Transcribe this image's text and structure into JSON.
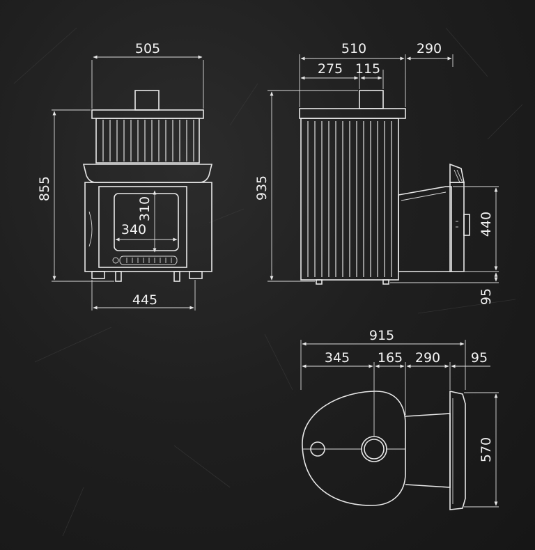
{
  "front_view": {
    "width_top": "505",
    "height_total": "855",
    "door_height": "310",
    "door_width": "340",
    "base_width": "445"
  },
  "side_view": {
    "depth_body": "510",
    "tunnel_length": "290",
    "offset_flue": "275",
    "flue_diameter": "115",
    "height_total": "935",
    "tunnel_height": "440",
    "tunnel_bottom": "95"
  },
  "top_view": {
    "length_total": "915",
    "segment_a": "345",
    "segment_b": "165",
    "segment_c": "290",
    "segment_d": "95",
    "frame_height": "570"
  },
  "colors": {
    "background": "#1b1b1b",
    "chalk": "#e8e8e8"
  }
}
